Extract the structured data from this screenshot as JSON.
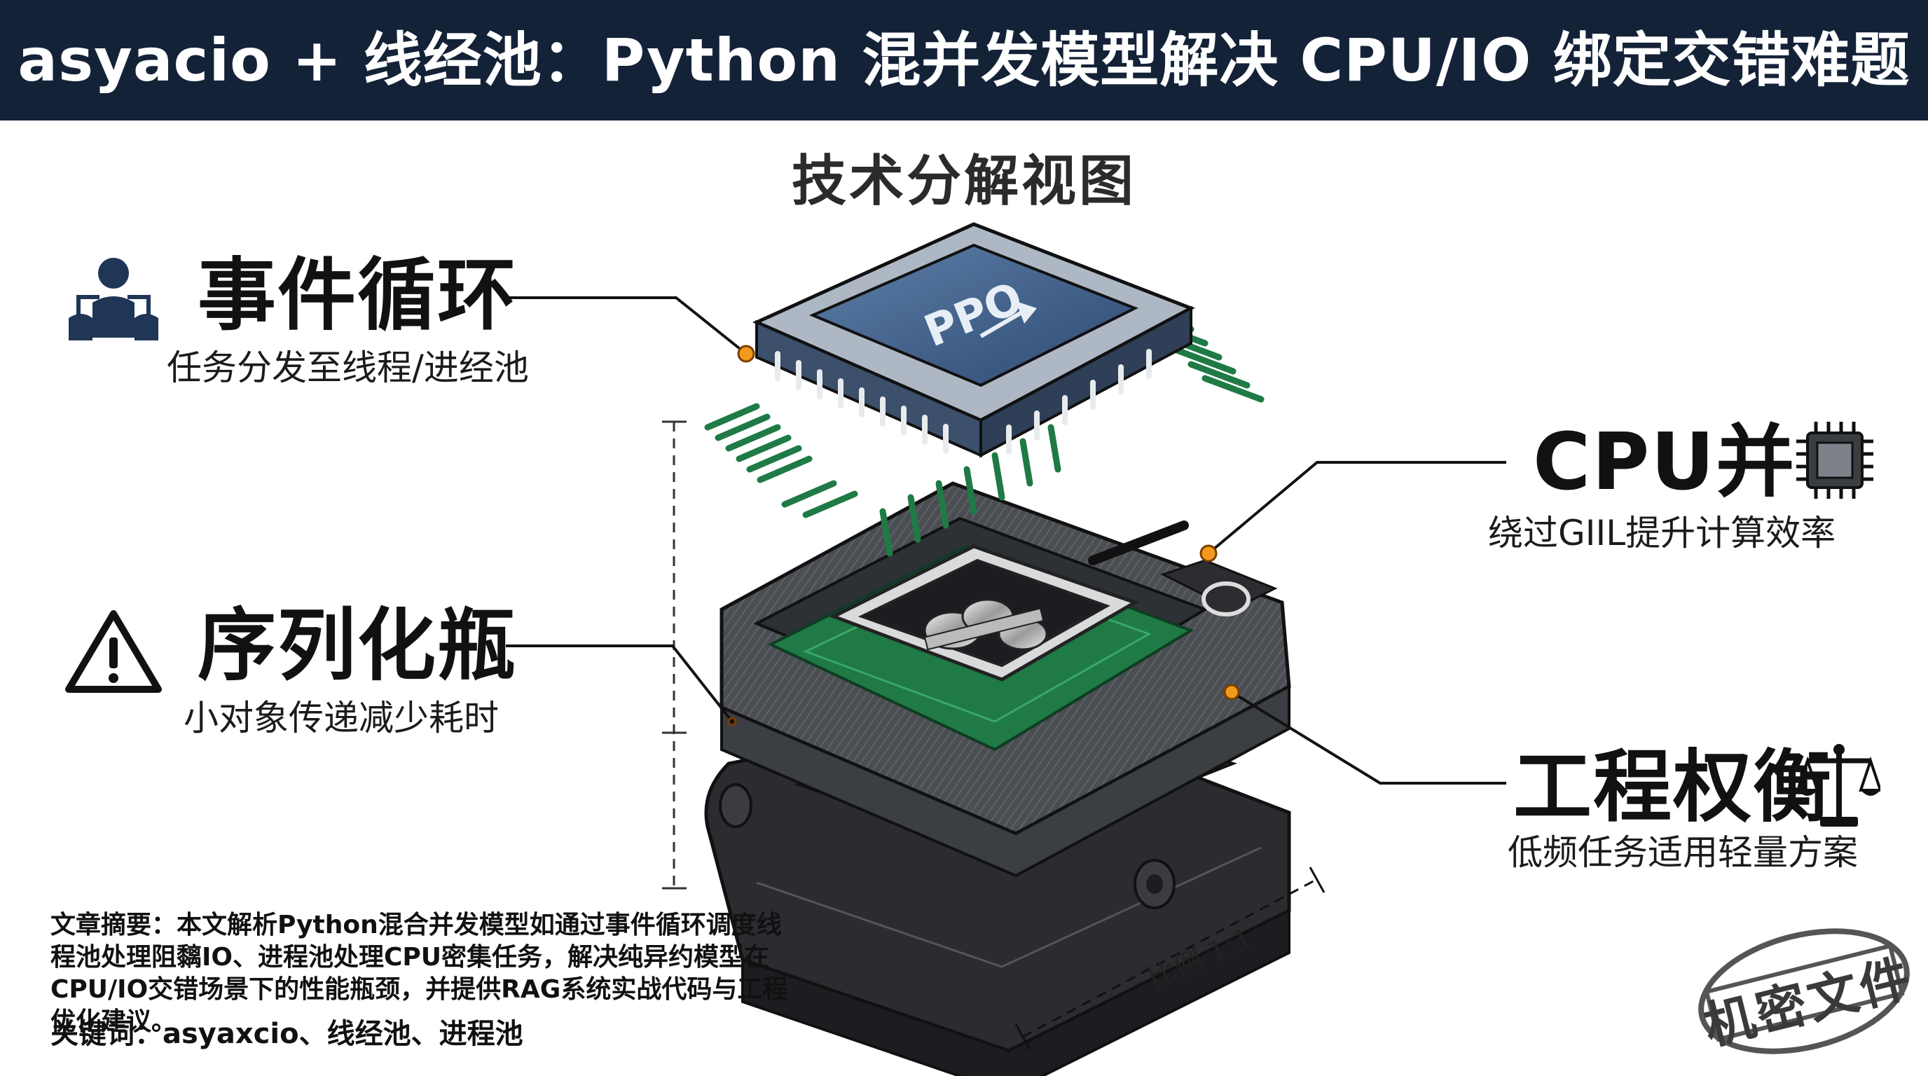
{
  "header": {
    "title": "asyacio + 线经池：Python 混并发模型解决 CPU/IO 绑定交错难题"
  },
  "diagram": {
    "subtitle": "技术分解视图",
    "chip_label": "PPO",
    "callouts": [
      {
        "title": "事件循环",
        "desc": "任务分发至线程/进经池",
        "icon": "people-network-icon"
      },
      {
        "title": "序列化瓶",
        "desc": "小对象传递减少耗时",
        "icon": "warning-triangle-icon"
      },
      {
        "title": "CPU并",
        "desc": "绕过GIIL提升计算效率",
        "icon": "processor-icon"
      },
      {
        "title": "工程权衡",
        "desc": "低频任务适用轻量方案",
        "icon": "balance-scale-icon"
      }
    ],
    "scale_label": "比例 1:1",
    "accent_color": "#f39a1e",
    "pcb_color": "#1f7a45"
  },
  "abstract": {
    "text": "文章摘要：本文解析Python混合并发模型如通过事件循环调度线程池处理阻黐IO、进程池处理CPU密集任务，解决纯异约模型在CPU/IO交错场景下的性能瓶颈，并提供RAG系统实战代码与工程优化建议。",
    "keywords": "关键词：asyaxcio、线经池、进程池"
  },
  "stamp": {
    "text": "机密文件"
  }
}
